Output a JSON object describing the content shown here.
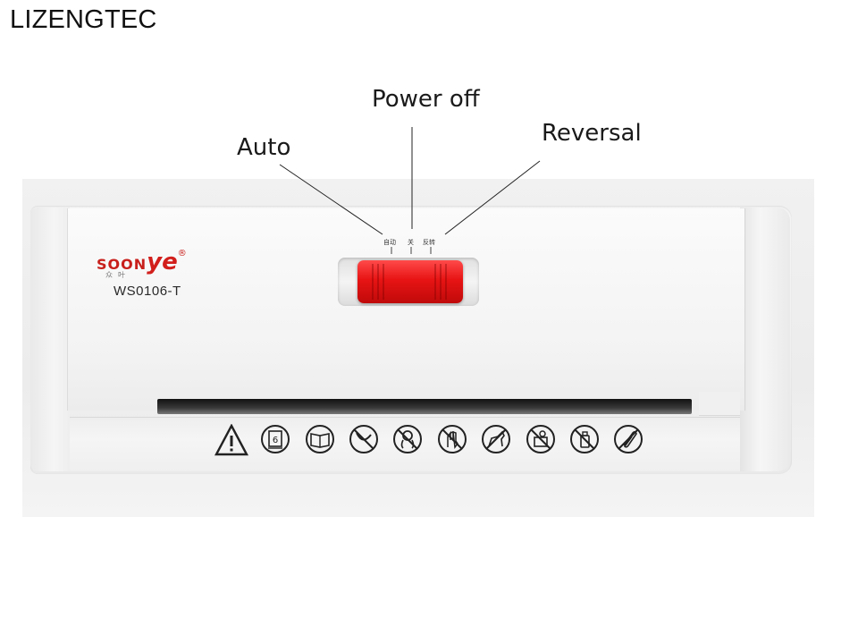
{
  "brand_title": "LIZENGTEC",
  "callouts": {
    "auto": "Auto",
    "power_off": "Power off",
    "reversal": "Reversal"
  },
  "product": {
    "logo_prefix": "SOON",
    "logo_suffix": "ye",
    "logo_registered": "®",
    "logo_chinese": "众叶",
    "model": "WS0106-T"
  },
  "switch": {
    "labels": [
      "自动",
      "关",
      "反转"
    ],
    "knob_color": "#e81414"
  },
  "warning_icons": [
    "caution-triangle-icon",
    "paper-stack-limit-icon",
    "no-book-icon",
    "no-tie-icon",
    "no-hair-icon",
    "no-hand-icon",
    "no-pet-icon",
    "no-child-icon",
    "no-spray-icon",
    "no-paperclip-icon"
  ],
  "colors": {
    "brand_red": "#d21f1c",
    "body": "#f2f2f2"
  }
}
